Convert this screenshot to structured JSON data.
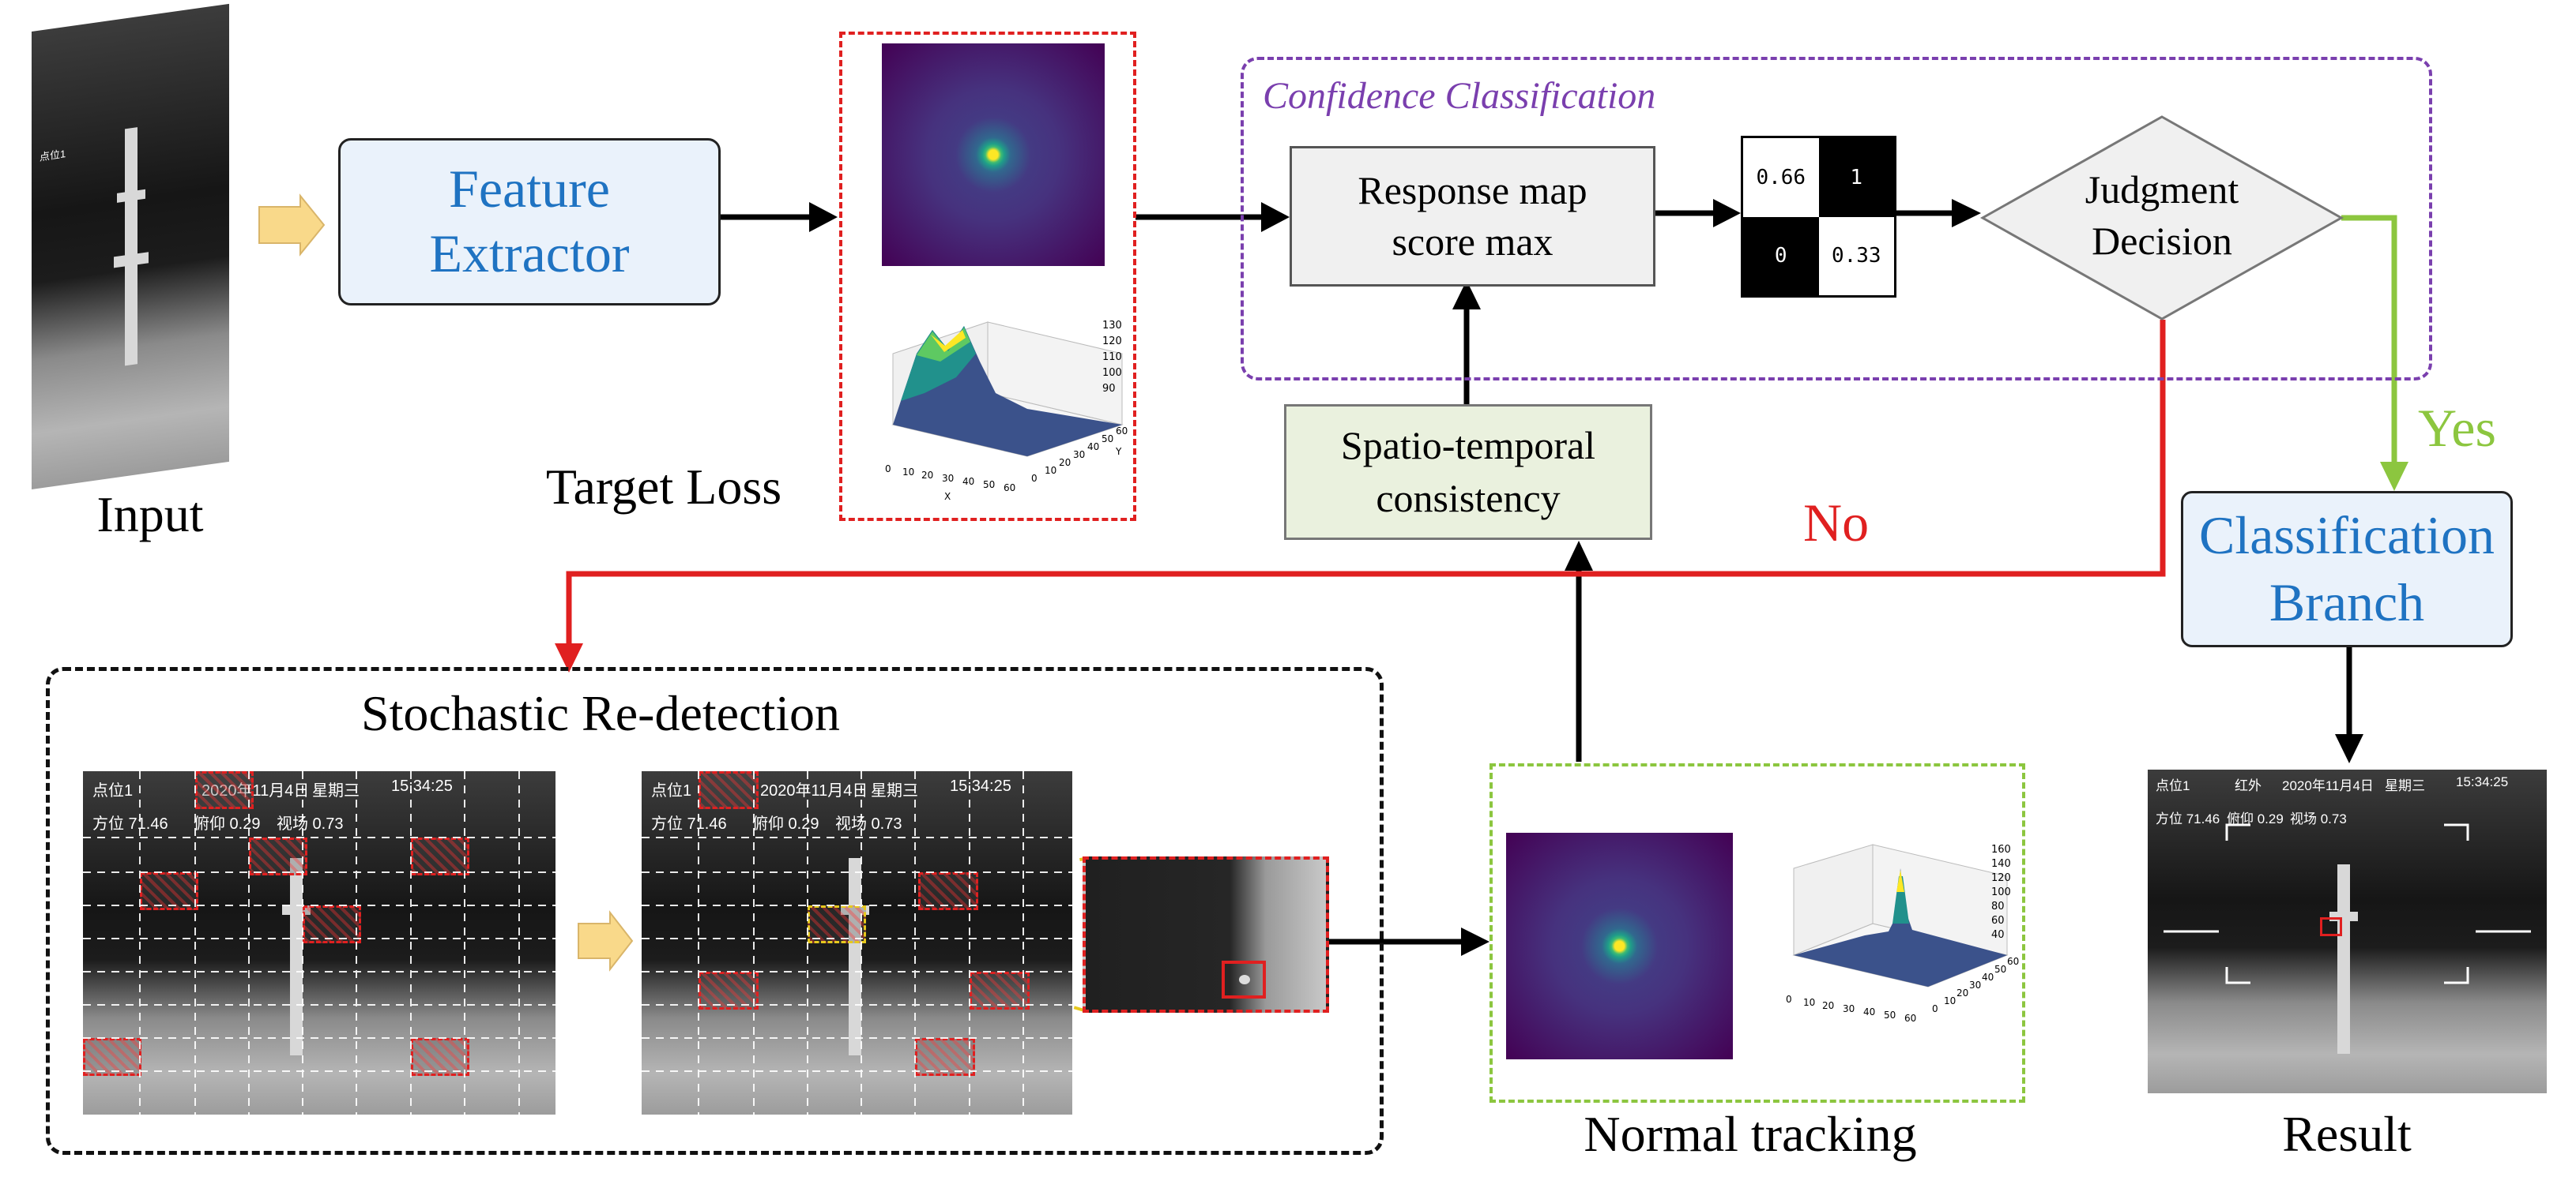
{
  "labels": {
    "input": "Input",
    "target_loss": "Target Loss",
    "feature_extractor": "Feature Extractor",
    "confidence_classification": "Confidence Classification",
    "response_map": "Response map score max",
    "judgment": "Judgment Decision",
    "spatio": "Spatio-temporal consistency",
    "yes": "Yes",
    "no": "No",
    "classification_branch": "Classification Branch",
    "stochastic": "Stochastic Re-detection",
    "normal_tracking": "Normal tracking",
    "result": "Result"
  },
  "matrix": [
    "0.66",
    "1",
    "0",
    "0.33"
  ],
  "hud": {
    "point": "点位1",
    "mode": "红外",
    "date": "2020年11月4日",
    "weekday": "星期三",
    "time_a": "15:34:25",
    "time_b": "15:34:25",
    "azimuth": "方位 71.46",
    "pitch": "俯仰 0.29",
    "fov": "视场 0.73"
  },
  "plot_top": {
    "zticks": [
      "130",
      "120",
      "110",
      "100",
      "90"
    ],
    "xticks": [
      "0",
      "10",
      "20",
      "30",
      "40",
      "50",
      "60"
    ],
    "yticks": [
      "0",
      "10",
      "20",
      "30",
      "40",
      "50",
      "60"
    ],
    "xlabel": "X",
    "ylabel": "Y"
  },
  "plot_bottom": {
    "zticks": [
      "160",
      "140",
      "120",
      "100",
      "80",
      "60",
      "40"
    ],
    "xticks": [
      "0",
      "10",
      "20",
      "30",
      "40",
      "50",
      "60"
    ],
    "yticks": [
      "0",
      "10",
      "20",
      "30",
      "40",
      "50",
      "60"
    ]
  },
  "colors": {
    "blue_text": "#1f73c2",
    "green": "#8cc63f",
    "red": "#e02020",
    "purple": "#7a3fae"
  }
}
